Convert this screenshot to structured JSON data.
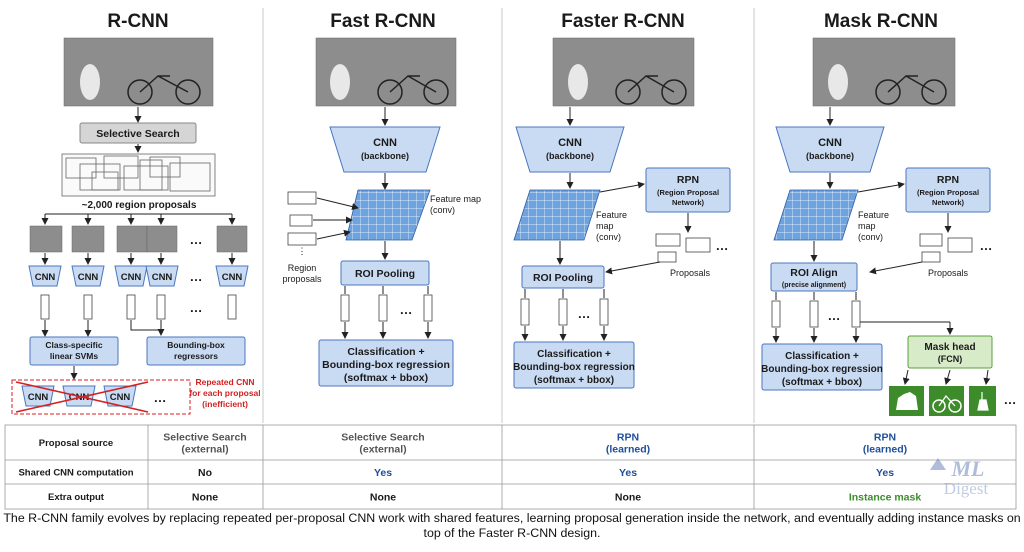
{
  "columns": {
    "rcnn": {
      "title": "R-CNN",
      "selective_search": "Selective Search",
      "region_proposals": "~2,000 region proposals",
      "cnn": "CNN",
      "ellipsis": "…",
      "svm_line1": "Class-specific",
      "svm_line2": "linear SVMs",
      "bbox_line1": "Bounding-box",
      "bbox_line2": "regressors",
      "repeated_line1": "Repeated CNN",
      "repeated_line2": "for each proposal",
      "repeated_line3": "(inefficient)"
    },
    "fast": {
      "title": "Fast R-CNN",
      "cnn": "CNN",
      "backbone": "(backbone)",
      "feature_line1": "Feature map",
      "feature_line2": "(conv)",
      "region_line1": "Region",
      "region_line2": "proposals",
      "roi": "ROI Pooling",
      "ellipsis": "…",
      "cls_line1": "Classification +",
      "cls_line2": "Bounding-box regression",
      "cls_line3": "(softmax + bbox)"
    },
    "faster": {
      "title": "Faster R-CNN",
      "cnn": "CNN",
      "backbone": "(backbone)",
      "rpn": "RPN",
      "rpn_line1": "(Region Proposal",
      "rpn_line2": "Network)",
      "feature_line1": "Feature",
      "feature_line2": "map",
      "feature_line3": "(conv)",
      "proposals": "Proposals",
      "roi": "ROI Pooling",
      "ellipsis": "…",
      "cls_line1": "Classification +",
      "cls_line2": "Bounding-box regression",
      "cls_line3": "(softmax + bbox)"
    },
    "mask": {
      "title": "Mask R-CNN",
      "cnn": "CNN",
      "backbone": "(backbone)",
      "rpn": "RPN",
      "rpn_line1": "(Region Proposal",
      "rpn_line2": "Network)",
      "feature_line1": "Feature",
      "feature_line2": "map",
      "feature_line3": "(conv)",
      "proposals": "Proposals",
      "roi": "ROI Align",
      "roi_sub": "(precise alignment)",
      "ellipsis": "…",
      "cls_line1": "Classification +",
      "cls_line2": "Bounding-box regression",
      "cls_line3": "(softmax + bbox)",
      "mask_head": "Mask head",
      "mask_sub": "(FCN)"
    }
  },
  "table": {
    "rows": [
      {
        "label": "Proposal source",
        "cells": [
          {
            "main": "Selective Search",
            "sub": "(external)",
            "style": "gray"
          },
          {
            "main": "Selective Search",
            "sub": "(external)",
            "style": "gray"
          },
          {
            "main": "RPN",
            "sub": "(learned)",
            "style": "blue"
          },
          {
            "main": "RPN",
            "sub": "(learned)",
            "style": "blue"
          }
        ]
      },
      {
        "label": "Shared CNN computation",
        "cells": [
          {
            "main": "No",
            "style": "dark"
          },
          {
            "main": "Yes",
            "style": "blue"
          },
          {
            "main": "Yes",
            "style": "blue"
          },
          {
            "main": "Yes",
            "style": "blue"
          }
        ]
      },
      {
        "label": "Extra output",
        "cells": [
          {
            "main": "None",
            "style": "dark"
          },
          {
            "main": "None",
            "style": "dark"
          },
          {
            "main": "None",
            "style": "dark"
          },
          {
            "main": "Instance mask",
            "style": "green"
          }
        ]
      }
    ]
  },
  "watermark": {
    "line1": "ML",
    "line2": "Digest"
  },
  "caption": "The R-CNN family evolves by replacing repeated per-proposal CNN work with shared features, learning proposal generation inside the network, and eventually adding instance masks on top of the Faster R-CNN design.",
  "colors": {
    "accent_blue": "#1f4e9b",
    "box_blue": "#c9dbf3",
    "green": "#3d8b2b",
    "red": "#d42020"
  }
}
